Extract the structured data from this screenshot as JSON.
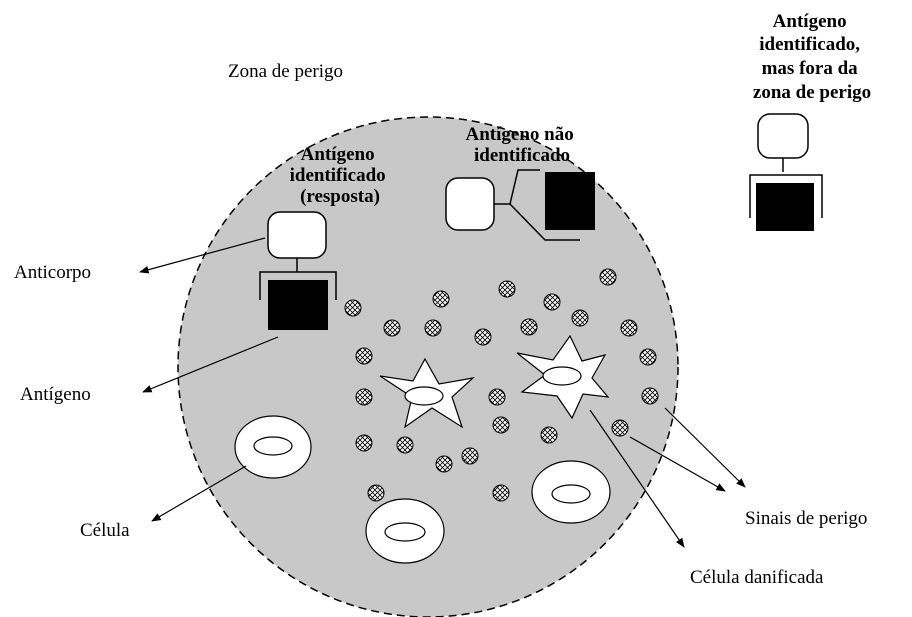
{
  "labels": {
    "zona_perigo": "Zona de perigo",
    "anticorpo": "Anticorpo",
    "antigeno": "Antígeno",
    "celula": "Célula",
    "sinais_perigo": "Sinais de perigo",
    "celula_danificada": "Célula danificada"
  },
  "bold_labels": {
    "identificado_resposta": [
      "Antígeno",
      "identificado",
      "(resposta)"
    ],
    "nao_identificado": [
      "Antígeno não",
      "identificado"
    ],
    "fora_zona": [
      "Antígeno",
      "identificado,",
      "mas fora da",
      "zona de perigo"
    ]
  },
  "colors": {
    "zone_fill": "#c8c8c8",
    "antigen_fill": "#000000",
    "cell_fill": "#ffffff",
    "outline": "#000000"
  }
}
